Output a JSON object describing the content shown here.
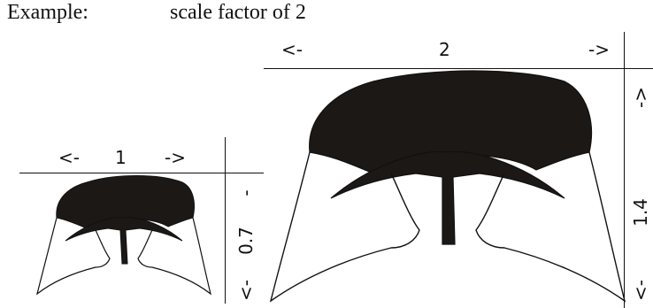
{
  "heading": {
    "example_label": "Example:",
    "caption": "scale factor of 2"
  },
  "small_figure": {
    "width_left_arrow": "<-",
    "width_value": "1",
    "width_right_arrow": "->",
    "height_left_arrow": "<-",
    "height_value": "0.7",
    "height_right_arrow": "-"
  },
  "large_figure": {
    "width_left_arrow": "<-",
    "width_value": "2",
    "width_right_arrow": "->",
    "height_left_arrow": "<-",
    "height_value": "1.4",
    "height_right_arrow": "->"
  },
  "colors": {
    "fill": "#1c1816",
    "stroke": "#111111"
  }
}
